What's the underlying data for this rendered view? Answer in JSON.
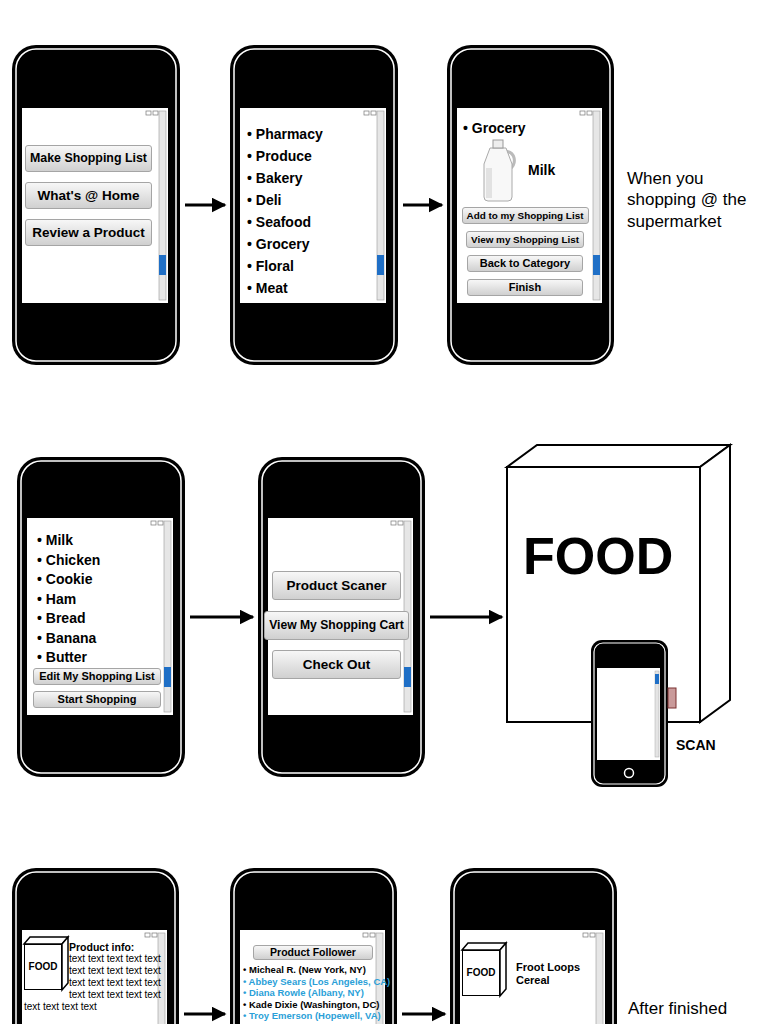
{
  "diagram": {
    "nodes": [
      {
        "text": []
      },
      {
        "text": [
          "Make Shopping List"
        ],
        "in": 0
      },
      {
        "text": [
          "What's @ Home"
        ],
        "in": 0
      },
      {
        "text": [
          "Review a Product"
        ],
        "in": 0
      },
      {
        "text": [
          "• Pharmacy",
          "• Produce",
          "• Bakery",
          "• Deli",
          "• Seafood",
          "• Grocery",
          "• Floral",
          "• Meat"
        ]
      },
      {
        "text": [
          "• Grocery",
          "Milk"
        ]
      },
      {
        "text": [
          "Add to my Shopping List"
        ],
        "in": 5
      },
      {
        "text": [
          "View my Shopping List"
        ],
        "in": 5
      },
      {
        "text": [
          "Back to Category"
        ],
        "in": 5
      },
      {
        "text": [
          "Finish"
        ],
        "in": 5
      },
      {
        "text": [
          "• Milk",
          "• Chicken",
          "• Cookie",
          "• Ham",
          "• Bread",
          "• Banana",
          "• Butter"
        ]
      },
      {
        "text": [
          "Edit My Shopping List"
        ],
        "in": 10
      },
      {
        "text": [
          "Start Shopping"
        ],
        "in": 10
      },
      {
        "text": []
      },
      {
        "text": [
          "Product Scaner"
        ],
        "in": 13
      },
      {
        "text": [
          "View My Shopping Cart"
        ],
        "in": 13
      },
      {
        "text": [
          "Check Out"
        ],
        "in": 13
      },
      {
        "text": [
          "FOOD"
        ]
      },
      {
        "text": [
          "Product info:",
          "text text text text text text text text text text text text text text text text text text text text text text text text"
        ]
      },
      {
        "text": [
          "FOOD"
        ],
        "in": 18
      },
      {
        "text": [
          "• Micheal R. (New York, NY)",
          "• Abbey Sears (Los Angeles, CA)",
          "• Diana Rowle (Albany, NY)",
          "• Kade Dixie (Washington, DC)",
          "• Troy Emerson (Hopewell, VA)"
        ]
      },
      {
        "text": [
          "Product Follower"
        ],
        "in": 20
      },
      {
        "text": [
          "Froot Loops Cereal"
        ]
      },
      {
        "text": [
          "FOOD"
        ],
        "in": 22
      }
    ],
    "edges": [
      {
        "from": 0,
        "to": 4,
        "arrow": "to"
      },
      {
        "from": 4,
        "to": 5,
        "arrow": "to"
      },
      {
        "from": 10,
        "to": 13,
        "arrow": "to"
      },
      {
        "from": 13,
        "to": 17,
        "arrow": "to"
      },
      {
        "from": 18,
        "to": 20,
        "arrow": "to"
      },
      {
        "from": 20,
        "to": 22,
        "arrow": "to"
      }
    ],
    "labels": [
      "When you shopping @ the supermarket",
      "SCAN",
      "After finished"
    ]
  }
}
